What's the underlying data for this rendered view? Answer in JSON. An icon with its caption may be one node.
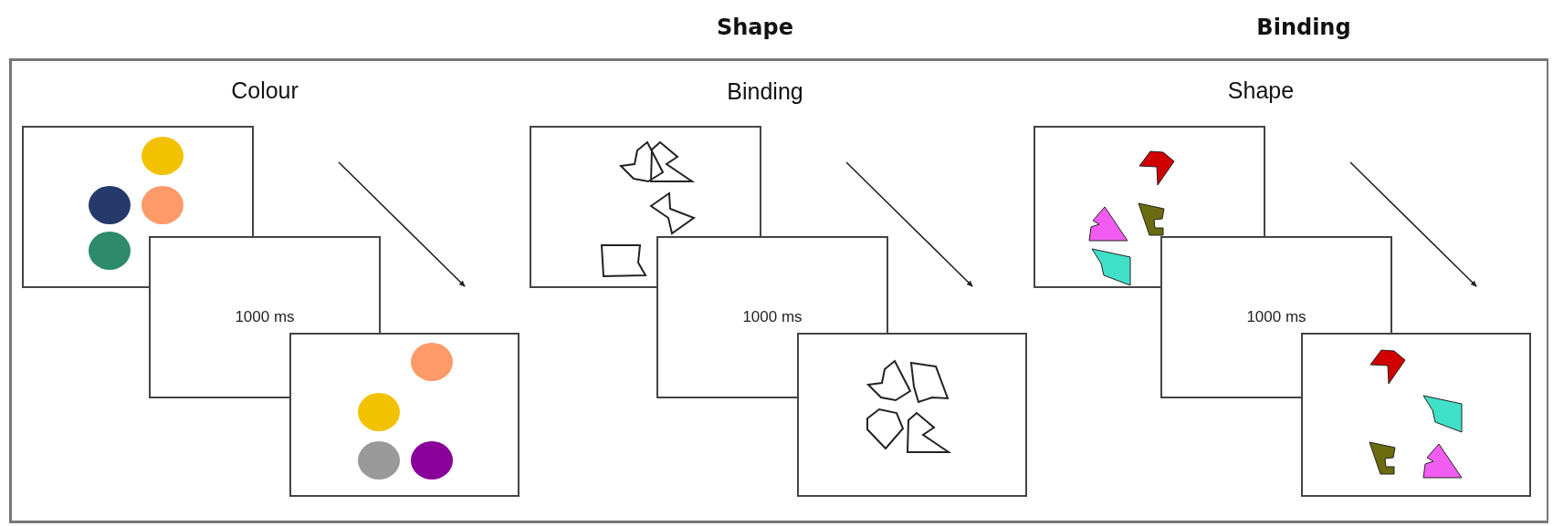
{
  "diagram": {
    "nodes": [
      {
        "text": [],
        "shape": "box"
      },
      {
        "text": [
          "1000 ms"
        ]
      },
      {
        "text": [],
        "shape": "box"
      },
      {
        "text": [],
        "shape": "box"
      },
      {
        "text": [
          "1000 ms"
        ]
      },
      {
        "text": [],
        "shape": "box"
      },
      {
        "text": [],
        "shape": "box"
      },
      {
        "text": [
          "1000 ms"
        ]
      },
      {
        "text": [],
        "shape": "box"
      }
    ],
    "labels": [
      "Shape",
      "Binding",
      "Colour",
      "Binding",
      "Shape"
    ]
  }
}
